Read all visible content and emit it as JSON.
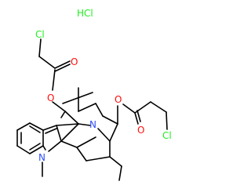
{
  "structure": {
    "salt_label": "HCl",
    "colors": {
      "bond": "#000000",
      "oxygen": "#ff0d0d",
      "nitrogen": "#3050f8",
      "chlorine": "#1ff01f"
    },
    "atoms": {
      "cl_top": "Cl",
      "o_carbonyl_top": "O",
      "o_ester_top": "O",
      "n_bridge": "N",
      "o_ester_right": "O",
      "o_carbonyl_right": "O",
      "cl_right": "Cl",
      "n_indole": "N"
    }
  }
}
